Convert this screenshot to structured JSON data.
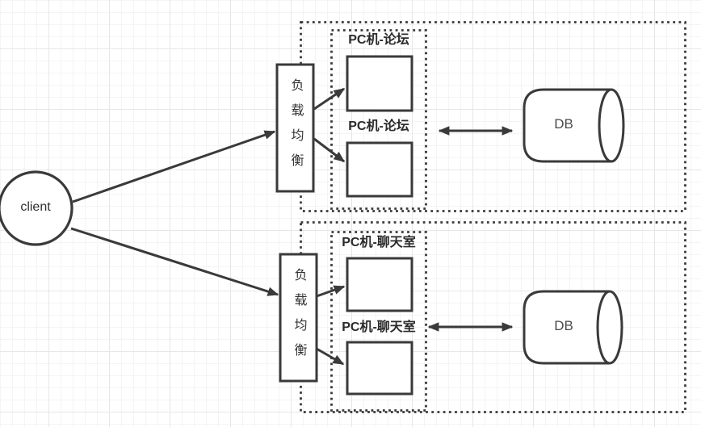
{
  "diagram": {
    "client": {
      "label": "client"
    },
    "load_balancer_1": {
      "label": "负载均衡"
    },
    "load_balancer_2": {
      "label": "负载均衡"
    },
    "forum_group": {
      "server1_label": "PC机-论坛",
      "server2_label": "PC机-论坛",
      "db_label": "DB"
    },
    "chat_group": {
      "server1_label": "PC机-聊天室",
      "server2_label": "PC机-聊天室",
      "db_label": "DB"
    },
    "colors": {
      "stroke": "#3a3a3a",
      "text": "#303030",
      "grid_minor": "#f4f4f4",
      "grid_major": "#e7e7e7",
      "background": "#ffffff"
    }
  }
}
